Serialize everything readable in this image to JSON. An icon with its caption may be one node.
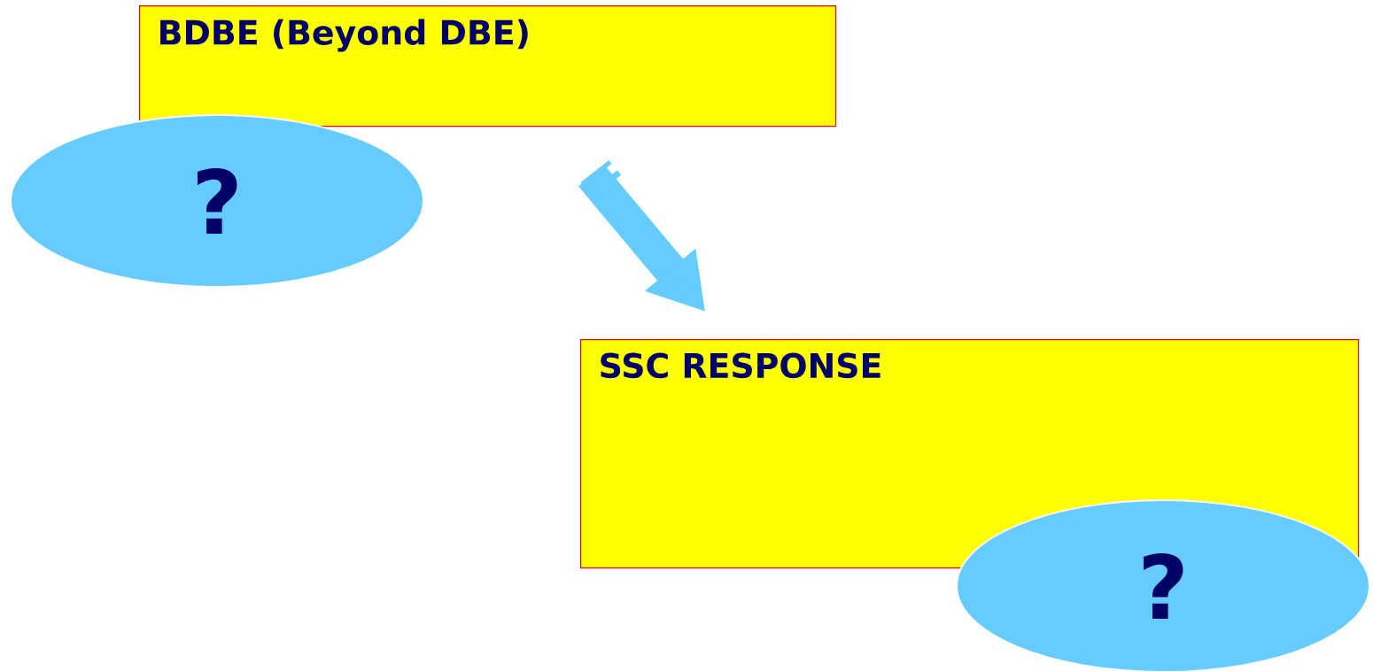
{
  "diagram": {
    "nodes": [
      {
        "text": [
          "BDBE  (Beyond DBE)"
        ]
      },
      {
        "text": [
          "?"
        ]
      },
      {
        "text": [
          "SSC RESPONSE"
        ]
      },
      {
        "text": [
          "?"
        ]
      }
    ],
    "edges": [
      {
        "from": 0,
        "to": 2,
        "arrow": "to"
      }
    ]
  }
}
